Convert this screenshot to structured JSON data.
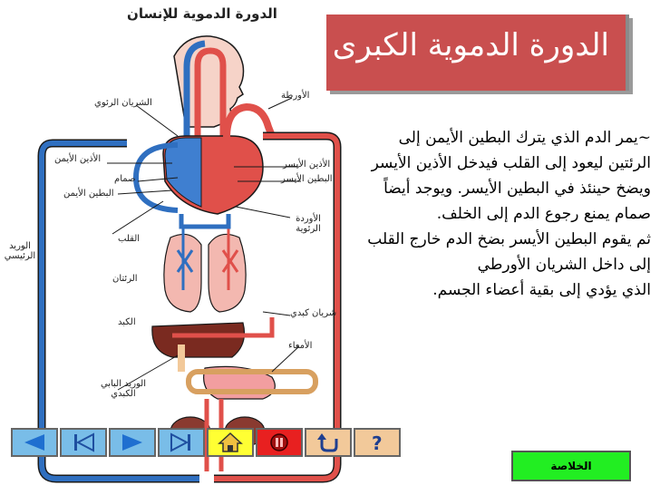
{
  "diagram": {
    "title": "الدورة الدموية للإنسان",
    "labels": {
      "pulmonary_artery": "الشريان الرئوي",
      "aorta": "الأورطة",
      "right_atrium": "الأذين الأيمن",
      "left_atrium": "الأذين الأيسر",
      "valve": "صمام",
      "right_ventricle": "البطين الأيمن",
      "left_ventricle": "البطين الأيسر",
      "pulmonary_vein": "الوريد الرئيسي",
      "pulmonary_veins": "الأوردة الرئوية",
      "heart": "القلب",
      "lungs": "الرئتان",
      "liver": "الكبد",
      "hepatic_artery": "شريان كبدي",
      "intestines": "الأمعاء",
      "hepatic_portal_vein": "الوريد البابي الكبدي"
    },
    "colors": {
      "artery": "#e0504a",
      "vein": "#2f6fc0",
      "outline": "#1a1a1a"
    }
  },
  "title_box": {
    "text": "الدورة الدموية الكبرى",
    "color": "#c94f4f"
  },
  "body_text": [
    "~يمر الدم الذي يترك البطين الأيمن إلى الرئتين ليعود إلى القلب فيدخل الأذين الأيسر ويضخ حينئذ في البطين الأيسر. ويوجد أيضاً صمام يمنع رجوع الدم إلى الخلف.",
    "ثم يقوم البطين الأيسر بضخ الدم خارج القلب إلى داخل الشريان الأورطي",
    "الذي يؤدي إلى بقية أعضاء الجسم."
  ],
  "nav_buttons": [
    {
      "icon": "arrow-left-icon",
      "color": "#79bde8"
    },
    {
      "icon": "first-page-icon",
      "color": "#79bde8"
    },
    {
      "icon": "arrow-right-icon",
      "color": "#79bde8"
    },
    {
      "icon": "last-page-icon",
      "color": "#79bde8"
    },
    {
      "icon": "home-icon",
      "color": "#ffff33"
    },
    {
      "icon": "stop-icon",
      "color": "#e82020"
    },
    {
      "icon": "return-icon",
      "color": "#f2c99a"
    },
    {
      "icon": "help-icon",
      "color": "#f2c99a"
    }
  ],
  "summary_button": {
    "label": "الخلاصة",
    "color": "#22ee22"
  }
}
